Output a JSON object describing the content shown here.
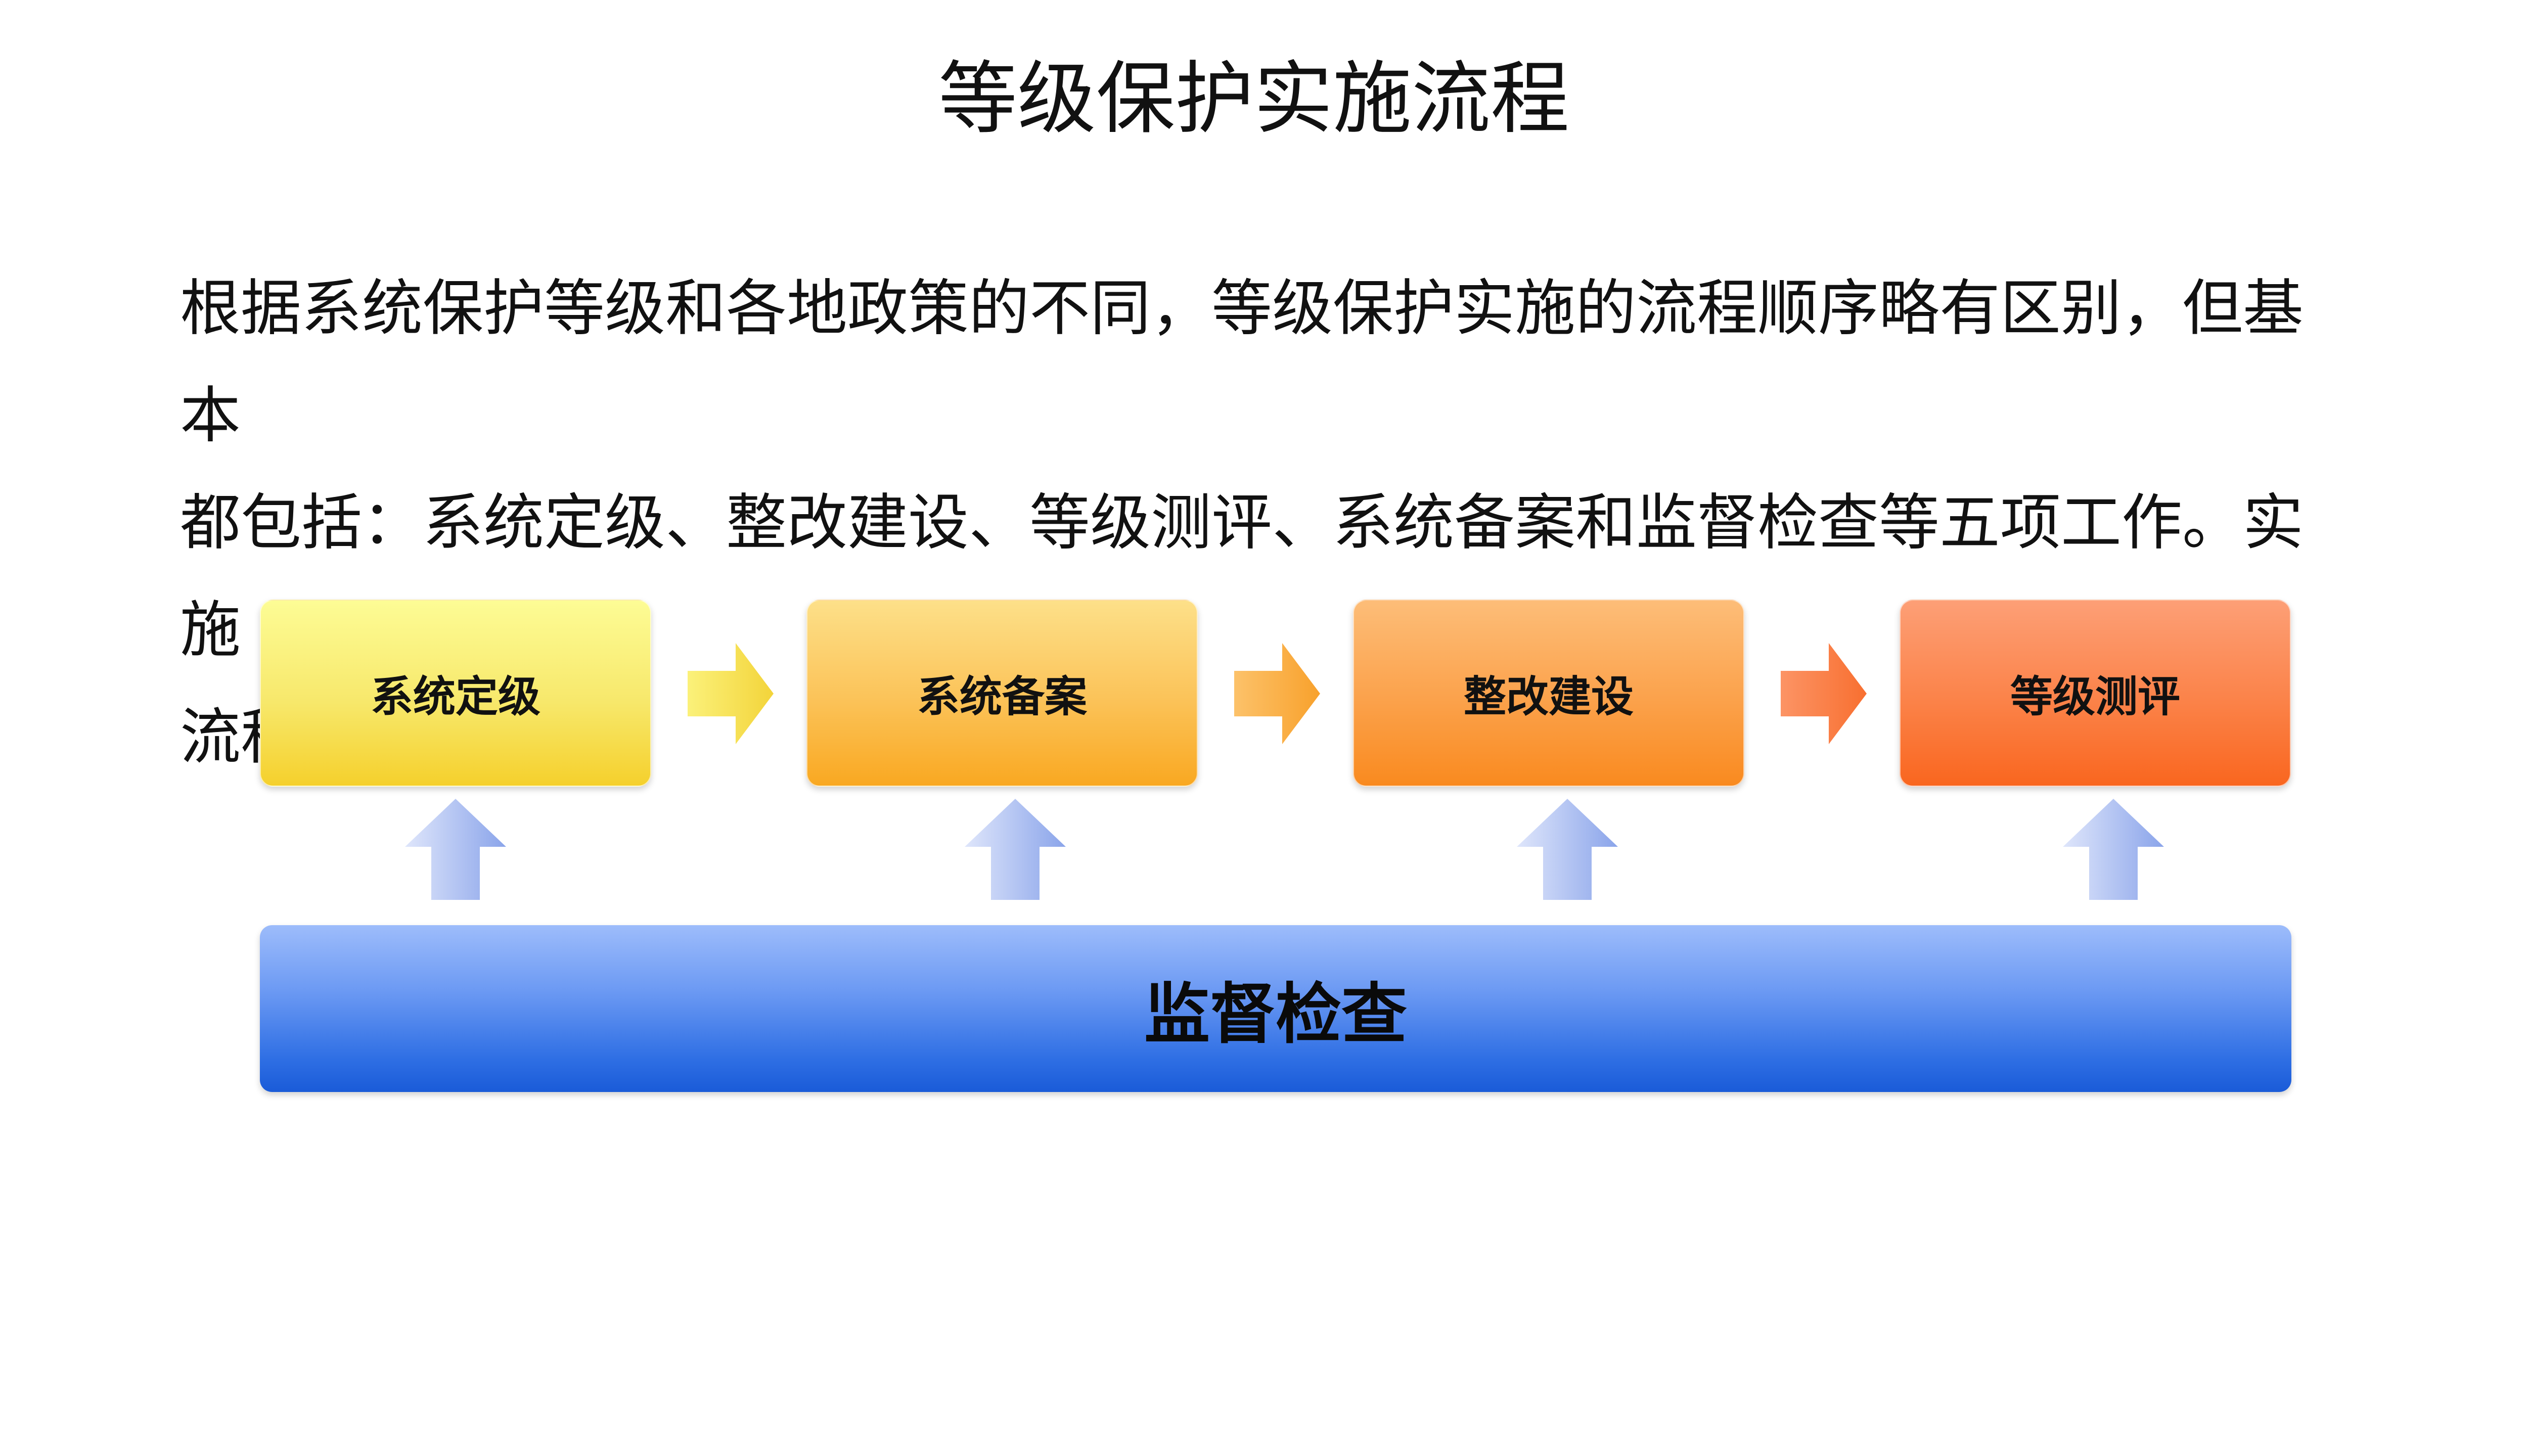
{
  "title": "等级保护实施流程",
  "intro": {
    "line1": "根据系统保护等级和各地政策的不同，等级保护实施的流程顺序略有区别，但基本",
    "line2": "都包括：系统定级、整改建设、等级测评、系统备案和监督检查等五项工作。实施",
    "line3": "流程如下："
  },
  "steps": [
    {
      "label": "系统定级",
      "color": "#f5d02c"
    },
    {
      "label": "系统备案",
      "color": "#f9a821"
    },
    {
      "label": "整改建设",
      "color": "#f98a1f"
    },
    {
      "label": "等级测评",
      "color": "#f9661f"
    }
  ],
  "supervision": {
    "label": "监督检查",
    "color": "#1a5bd8"
  }
}
